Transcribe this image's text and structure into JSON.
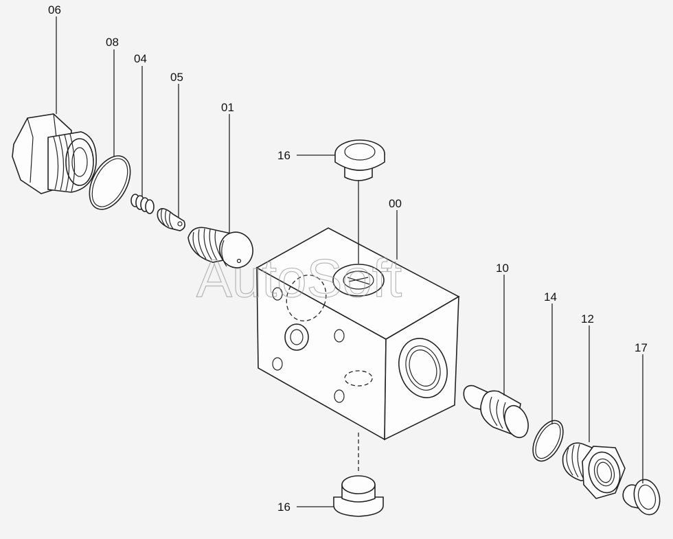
{
  "watermark": "AutoSoft",
  "callouts": [
    {
      "id": "06",
      "label": "06"
    },
    {
      "id": "08",
      "label": "08"
    },
    {
      "id": "04",
      "label": "04"
    },
    {
      "id": "05",
      "label": "05"
    },
    {
      "id": "01",
      "label": "01"
    },
    {
      "id": "16a",
      "label": "16"
    },
    {
      "id": "00",
      "label": "00"
    },
    {
      "id": "10",
      "label": "10"
    },
    {
      "id": "14",
      "label": "14"
    },
    {
      "id": "12",
      "label": "12"
    },
    {
      "id": "17",
      "label": "17"
    },
    {
      "id": "16b",
      "label": "16"
    }
  ]
}
